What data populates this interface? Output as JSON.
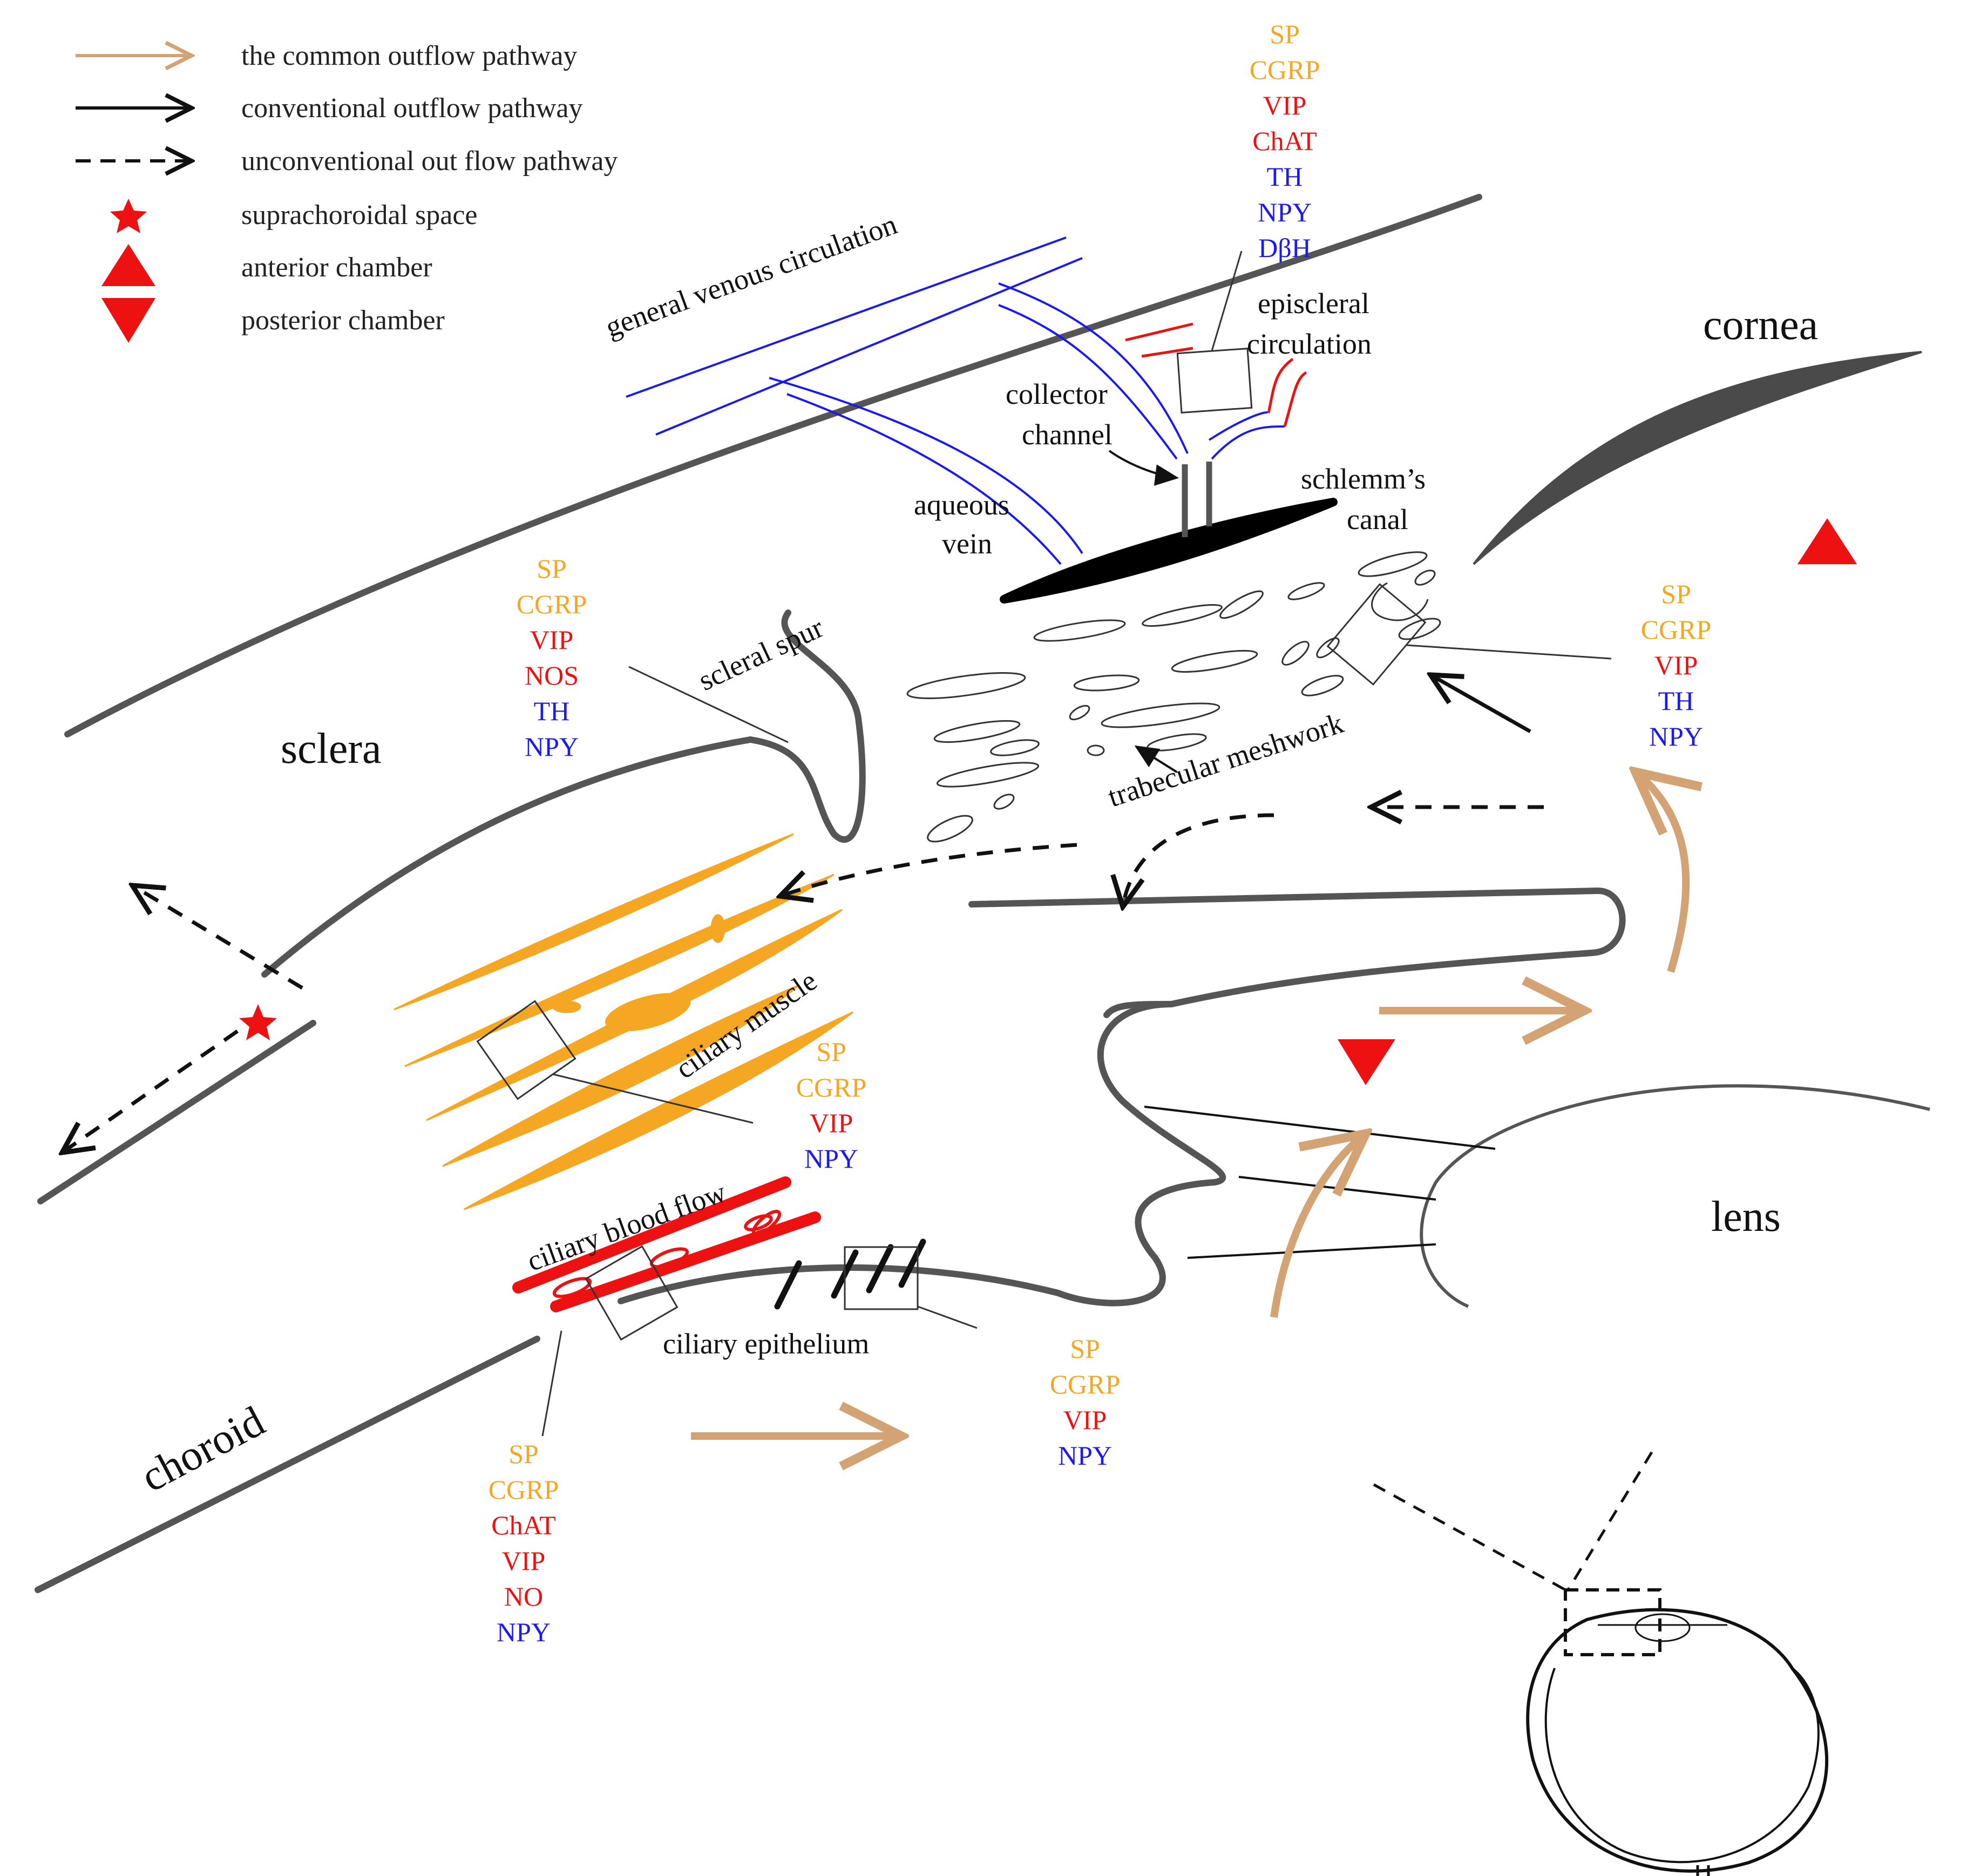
{
  "colors": {
    "common": "#d4a373",
    "orange": "#f5a623",
    "red": "#ee1111",
    "blue": "#1a1aee",
    "gray": "#555555"
  },
  "legend": [
    {
      "key": "common",
      "label": "the common outflow pathway"
    },
    {
      "key": "conventional",
      "label": "conventional outflow pathway"
    },
    {
      "key": "unconventional",
      "label": "unconventional out flow pathway"
    },
    {
      "key": "star",
      "label": "suprachoroidal space"
    },
    {
      "key": "triangle-up",
      "label": "anterior chamber"
    },
    {
      "key": "triangle-down",
      "label": "posterior chamber"
    }
  ],
  "labels": {
    "general_venous": "general venous circulation",
    "episcleral_1": "episcleral",
    "episcleral_2": "circulation",
    "collector_1": "collector",
    "collector_2": "channel",
    "aqueous_1": "aqueous",
    "aqueous_2": "vein",
    "schlemm_1": "schlemm’s",
    "schlemm_2": "canal",
    "cornea": "cornea",
    "sclera": "sclera",
    "scleral_spur": "scleral spur",
    "trabecular": "trabecular meshwork",
    "ciliary_muscle": "ciliary muscle",
    "ciliary_blood": "ciliary blood flow",
    "ciliary_epithelium": "ciliary epithelium",
    "choroid": "choroid",
    "lens": "lens"
  },
  "neuro_groups": [
    {
      "id": "episcleral",
      "items": [
        {
          "text": "SP",
          "c": "orange"
        },
        {
          "text": "CGRP",
          "c": "orange"
        },
        {
          "text": "VIP",
          "c": "red"
        },
        {
          "text": "ChAT",
          "c": "red"
        },
        {
          "text": "TH",
          "c": "blue"
        },
        {
          "text": "NPY",
          "c": "blue"
        },
        {
          "text": "DβH",
          "c": "blue"
        }
      ]
    },
    {
      "id": "scleral-spur",
      "items": [
        {
          "text": "SP",
          "c": "orange"
        },
        {
          "text": "CGRP",
          "c": "orange"
        },
        {
          "text": "VIP",
          "c": "red"
        },
        {
          "text": "NOS",
          "c": "red"
        },
        {
          "text": "TH",
          "c": "blue"
        },
        {
          "text": "NPY",
          "c": "blue"
        }
      ]
    },
    {
      "id": "trabecular",
      "items": [
        {
          "text": "SP",
          "c": "orange"
        },
        {
          "text": "CGRP",
          "c": "orange"
        },
        {
          "text": "VIP",
          "c": "red"
        },
        {
          "text": "TH",
          "c": "blue"
        },
        {
          "text": "NPY",
          "c": "blue"
        }
      ]
    },
    {
      "id": "ciliary-muscle",
      "items": [
        {
          "text": "SP",
          "c": "orange"
        },
        {
          "text": "CGRP",
          "c": "orange"
        },
        {
          "text": "VIP",
          "c": "red"
        },
        {
          "text": "NPY",
          "c": "blue"
        }
      ]
    },
    {
      "id": "ciliary-epithelium",
      "items": [
        {
          "text": "SP",
          "c": "orange"
        },
        {
          "text": "CGRP",
          "c": "orange"
        },
        {
          "text": "VIP",
          "c": "red"
        },
        {
          "text": "NPY",
          "c": "blue"
        }
      ]
    },
    {
      "id": "ciliary-blood-flow",
      "items": [
        {
          "text": "SP",
          "c": "orange"
        },
        {
          "text": "CGRP",
          "c": "orange"
        },
        {
          "text": "ChAT",
          "c": "red"
        },
        {
          "text": "VIP",
          "c": "red"
        },
        {
          "text": "NO",
          "c": "red"
        },
        {
          "text": "NPY",
          "c": "blue"
        }
      ]
    }
  ]
}
